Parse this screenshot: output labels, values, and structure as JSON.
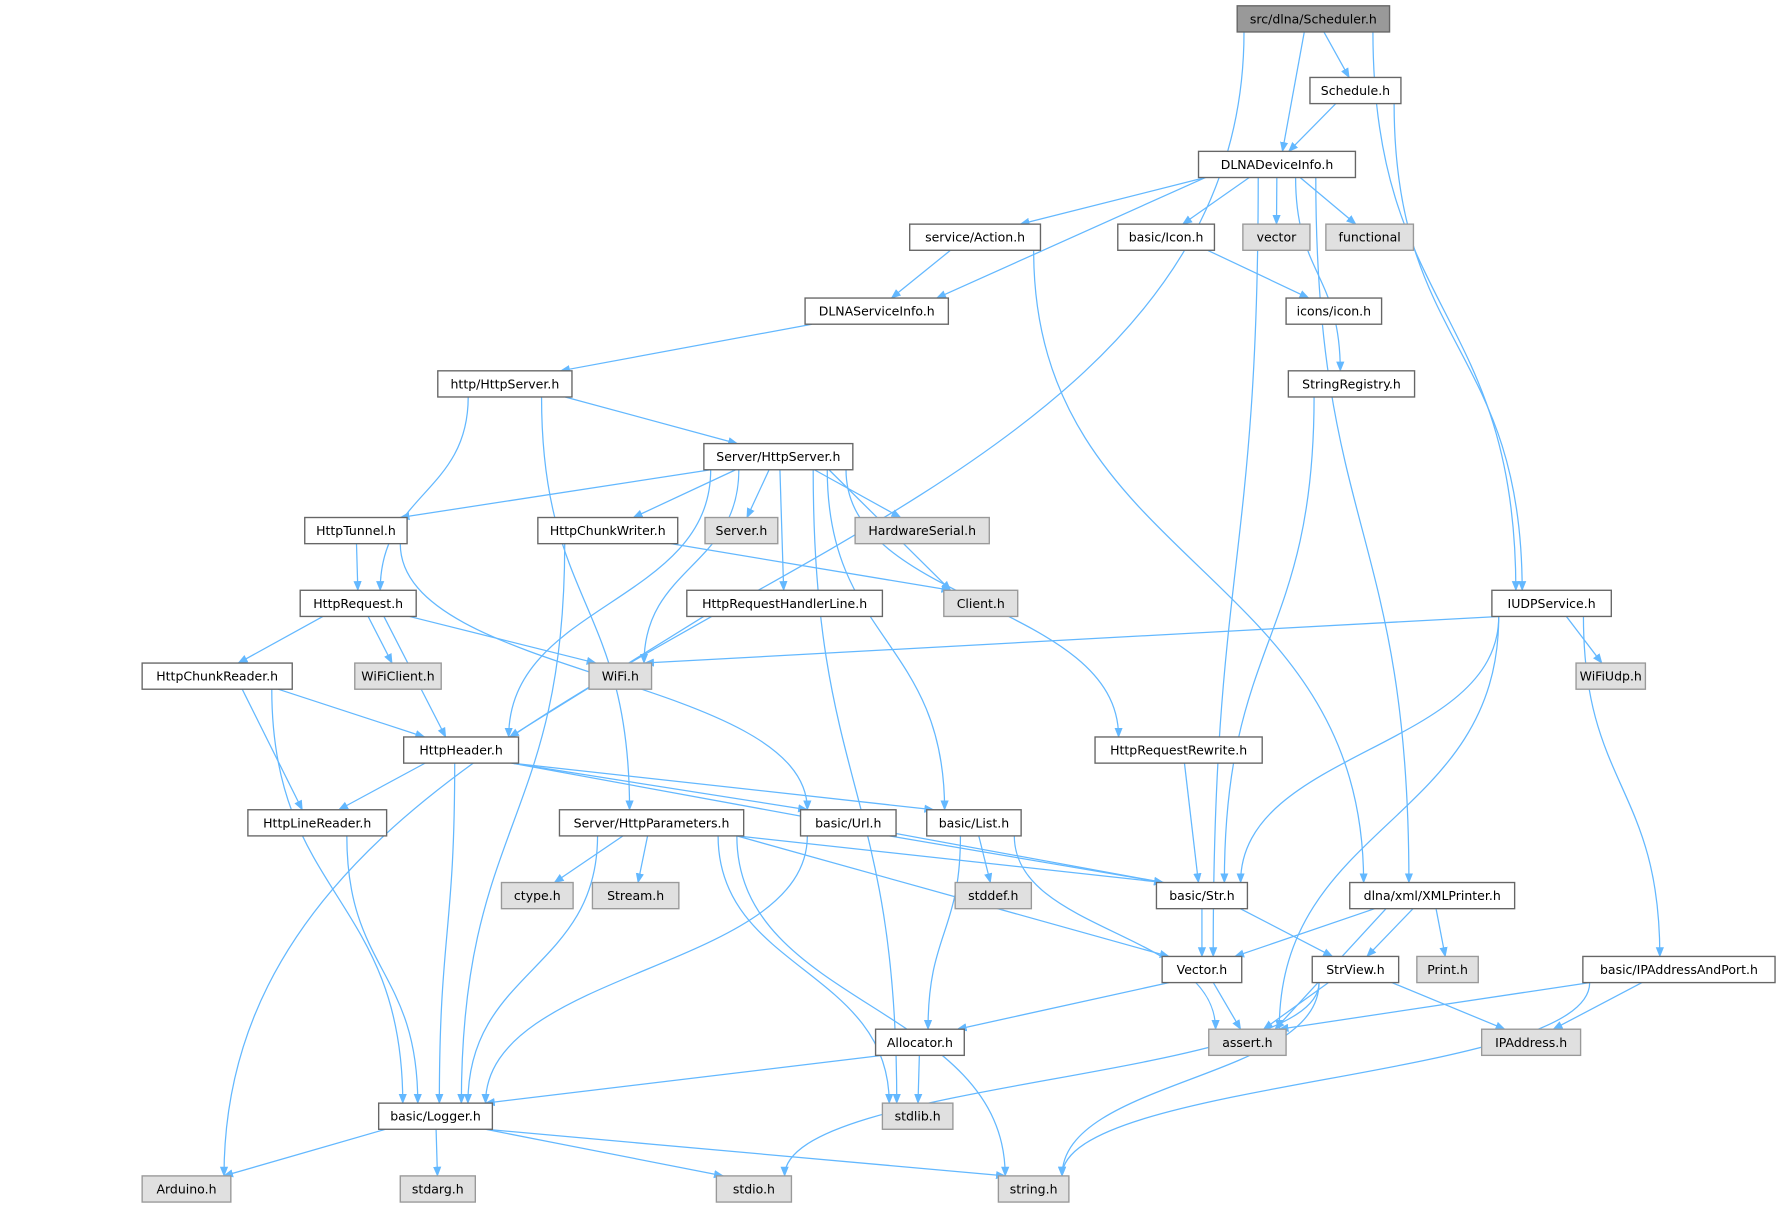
{
  "graph": {
    "title": "src/dlna/Scheduler.h",
    "colors": {
      "edge": "#63b8ff",
      "external_fill": "#e0e0e0",
      "root_fill": "#999999",
      "border": "#666666"
    },
    "nodes": [
      {
        "id": "scheduler",
        "label": "src/dlna/Scheduler.h",
        "kind": "root"
      },
      {
        "id": "schedule",
        "label": "Schedule.h",
        "kind": "internal"
      },
      {
        "id": "dlnadevinfo",
        "label": "DLNADeviceInfo.h",
        "kind": "internal"
      },
      {
        "id": "action",
        "label": "service/Action.h",
        "kind": "internal"
      },
      {
        "id": "icon",
        "label": "basic/Icon.h",
        "kind": "internal"
      },
      {
        "id": "vector",
        "label": "vector",
        "kind": "external"
      },
      {
        "id": "functional",
        "label": "functional",
        "kind": "external"
      },
      {
        "id": "dlnasrvinfo",
        "label": "DLNAServiceInfo.h",
        "kind": "internal"
      },
      {
        "id": "iconsicon",
        "label": "icons/icon.h",
        "kind": "internal"
      },
      {
        "id": "strreg",
        "label": "StringRegistry.h",
        "kind": "internal"
      },
      {
        "id": "httpserver",
        "label": "http/HttpServer.h",
        "kind": "internal"
      },
      {
        "id": "srvhttpserver",
        "label": "Server/HttpServer.h",
        "kind": "internal"
      },
      {
        "id": "tunnel",
        "label": "HttpTunnel.h",
        "kind": "internal"
      },
      {
        "id": "chunkwriter",
        "label": "HttpChunkWriter.h",
        "kind": "internal"
      },
      {
        "id": "serverh",
        "label": "Server.h",
        "kind": "external"
      },
      {
        "id": "hwserial",
        "label": "HardwareSerial.h",
        "kind": "external"
      },
      {
        "id": "client",
        "label": "Client.h",
        "kind": "external"
      },
      {
        "id": "handlerline",
        "label": "HttpRequestHandlerLine.h",
        "kind": "internal"
      },
      {
        "id": "request",
        "label": "HttpRequest.h",
        "kind": "internal"
      },
      {
        "id": "iudp",
        "label": "IUDPService.h",
        "kind": "internal"
      },
      {
        "id": "wificlient",
        "label": "WiFiClient.h",
        "kind": "external"
      },
      {
        "id": "wifi",
        "label": "WiFi.h",
        "kind": "external"
      },
      {
        "id": "chunkreader",
        "label": "HttpChunkReader.h",
        "kind": "internal"
      },
      {
        "id": "wifiudp",
        "label": "WiFiUdp.h",
        "kind": "external"
      },
      {
        "id": "header",
        "label": "HttpHeader.h",
        "kind": "internal"
      },
      {
        "id": "rewrite",
        "label": "HttpRequestRewrite.h",
        "kind": "internal"
      },
      {
        "id": "linereader",
        "label": "HttpLineReader.h",
        "kind": "internal"
      },
      {
        "id": "params",
        "label": "Server/HttpParameters.h",
        "kind": "internal"
      },
      {
        "id": "url",
        "label": "basic/Url.h",
        "kind": "internal"
      },
      {
        "id": "list",
        "label": "basic/List.h",
        "kind": "internal"
      },
      {
        "id": "ctype",
        "label": "ctype.h",
        "kind": "external"
      },
      {
        "id": "stream",
        "label": "Stream.h",
        "kind": "external"
      },
      {
        "id": "stddef",
        "label": "stddef.h",
        "kind": "external"
      },
      {
        "id": "str",
        "label": "basic/Str.h",
        "kind": "internal"
      },
      {
        "id": "xmlprinter",
        "label": "dlna/xml/XMLPrinter.h",
        "kind": "internal"
      },
      {
        "id": "vectorh",
        "label": "Vector.h",
        "kind": "internal"
      },
      {
        "id": "strview",
        "label": "StrView.h",
        "kind": "internal"
      },
      {
        "id": "print",
        "label": "Print.h",
        "kind": "external"
      },
      {
        "id": "ipport",
        "label": "basic/IPAddressAndPort.h",
        "kind": "internal"
      },
      {
        "id": "assert",
        "label": "assert.h",
        "kind": "external"
      },
      {
        "id": "ipaddress",
        "label": "IPAddress.h",
        "kind": "external"
      },
      {
        "id": "allocator",
        "label": "Allocator.h",
        "kind": "internal"
      },
      {
        "id": "stdlib",
        "label": "stdlib.h",
        "kind": "external"
      },
      {
        "id": "logger",
        "label": "basic/Logger.h",
        "kind": "internal"
      },
      {
        "id": "arduino",
        "label": "Arduino.h",
        "kind": "external"
      },
      {
        "id": "stdarg",
        "label": "stdarg.h",
        "kind": "external"
      },
      {
        "id": "stdio",
        "label": "stdio.h",
        "kind": "external"
      },
      {
        "id": "string",
        "label": "string.h",
        "kind": "external"
      }
    ],
    "edges": [
      [
        "scheduler",
        "arduino"
      ],
      [
        "scheduler",
        "dlnadevinfo"
      ],
      [
        "scheduler",
        "schedule"
      ],
      [
        "scheduler",
        "iudp"
      ],
      [
        "schedule",
        "dlnadevinfo"
      ],
      [
        "schedule",
        "iudp"
      ],
      [
        "dlnadevinfo",
        "action"
      ],
      [
        "dlnadevinfo",
        "icon"
      ],
      [
        "dlnadevinfo",
        "vector"
      ],
      [
        "dlnadevinfo",
        "functional"
      ],
      [
        "dlnadevinfo",
        "dlnasrvinfo"
      ],
      [
        "dlnadevinfo",
        "strreg"
      ],
      [
        "dlnadevinfo",
        "xmlprinter"
      ],
      [
        "dlnadevinfo",
        "vectorh"
      ],
      [
        "action",
        "dlnasrvinfo"
      ],
      [
        "action",
        "xmlprinter"
      ],
      [
        "icon",
        "iconsicon"
      ],
      [
        "dlnasrvinfo",
        "httpserver"
      ],
      [
        "httpserver",
        "srvhttpserver"
      ],
      [
        "httpserver",
        "request"
      ],
      [
        "httpserver",
        "params"
      ],
      [
        "srvhttpserver",
        "tunnel"
      ],
      [
        "srvhttpserver",
        "chunkwriter"
      ],
      [
        "srvhttpserver",
        "serverh"
      ],
      [
        "srvhttpserver",
        "hwserial"
      ],
      [
        "srvhttpserver",
        "client"
      ],
      [
        "srvhttpserver",
        "handlerline"
      ],
      [
        "srvhttpserver",
        "header"
      ],
      [
        "srvhttpserver",
        "wifi"
      ],
      [
        "srvhttpserver",
        "list"
      ],
      [
        "srvhttpserver",
        "stdlib"
      ],
      [
        "srvhttpserver",
        "rewrite"
      ],
      [
        "tunnel",
        "request"
      ],
      [
        "tunnel",
        "url"
      ],
      [
        "chunkwriter",
        "client"
      ],
      [
        "chunkwriter",
        "logger"
      ],
      [
        "handlerline",
        "header"
      ],
      [
        "request",
        "chunkreader"
      ],
      [
        "request",
        "wificlient"
      ],
      [
        "request",
        "wifi"
      ],
      [
        "request",
        "header"
      ],
      [
        "chunkreader",
        "header"
      ],
      [
        "chunkreader",
        "linereader"
      ],
      [
        "chunkreader",
        "logger"
      ],
      [
        "header",
        "linereader"
      ],
      [
        "header",
        "logger"
      ],
      [
        "header",
        "url"
      ],
      [
        "header",
        "list"
      ],
      [
        "header",
        "str"
      ],
      [
        "rewrite",
        "str"
      ],
      [
        "linereader",
        "logger"
      ],
      [
        "params",
        "ctype"
      ],
      [
        "params",
        "stream"
      ],
      [
        "params",
        "str"
      ],
      [
        "params",
        "vectorh"
      ],
      [
        "params",
        "logger"
      ],
      [
        "params",
        "stdlib"
      ],
      [
        "params",
        "string"
      ],
      [
        "url",
        "str"
      ],
      [
        "url",
        "logger"
      ],
      [
        "list",
        "stddef"
      ],
      [
        "list",
        "allocator"
      ],
      [
        "list",
        "assert"
      ],
      [
        "iudp",
        "wifi"
      ],
      [
        "iudp",
        "wifiudp"
      ],
      [
        "iudp",
        "str"
      ],
      [
        "iudp",
        "assert"
      ],
      [
        "iudp",
        "ipport"
      ],
      [
        "strreg",
        "str"
      ],
      [
        "str",
        "vectorh"
      ],
      [
        "str",
        "strview"
      ],
      [
        "xmlprinter",
        "vectorh"
      ],
      [
        "xmlprinter",
        "strview"
      ],
      [
        "xmlprinter",
        "print"
      ],
      [
        "xmlprinter",
        "assert"
      ],
      [
        "vectorh",
        "allocator"
      ],
      [
        "vectorh",
        "assert"
      ],
      [
        "strview",
        "assert"
      ],
      [
        "strview",
        "ipaddress"
      ],
      [
        "strview",
        "string"
      ],
      [
        "strview",
        "stdio"
      ],
      [
        "ipport",
        "assert"
      ],
      [
        "ipport",
        "ipaddress"
      ],
      [
        "ipport",
        "string"
      ],
      [
        "allocator",
        "stdlib"
      ],
      [
        "allocator",
        "logger"
      ],
      [
        "logger",
        "arduino"
      ],
      [
        "logger",
        "stdarg"
      ],
      [
        "logger",
        "stdio"
      ],
      [
        "logger",
        "string"
      ]
    ]
  }
}
